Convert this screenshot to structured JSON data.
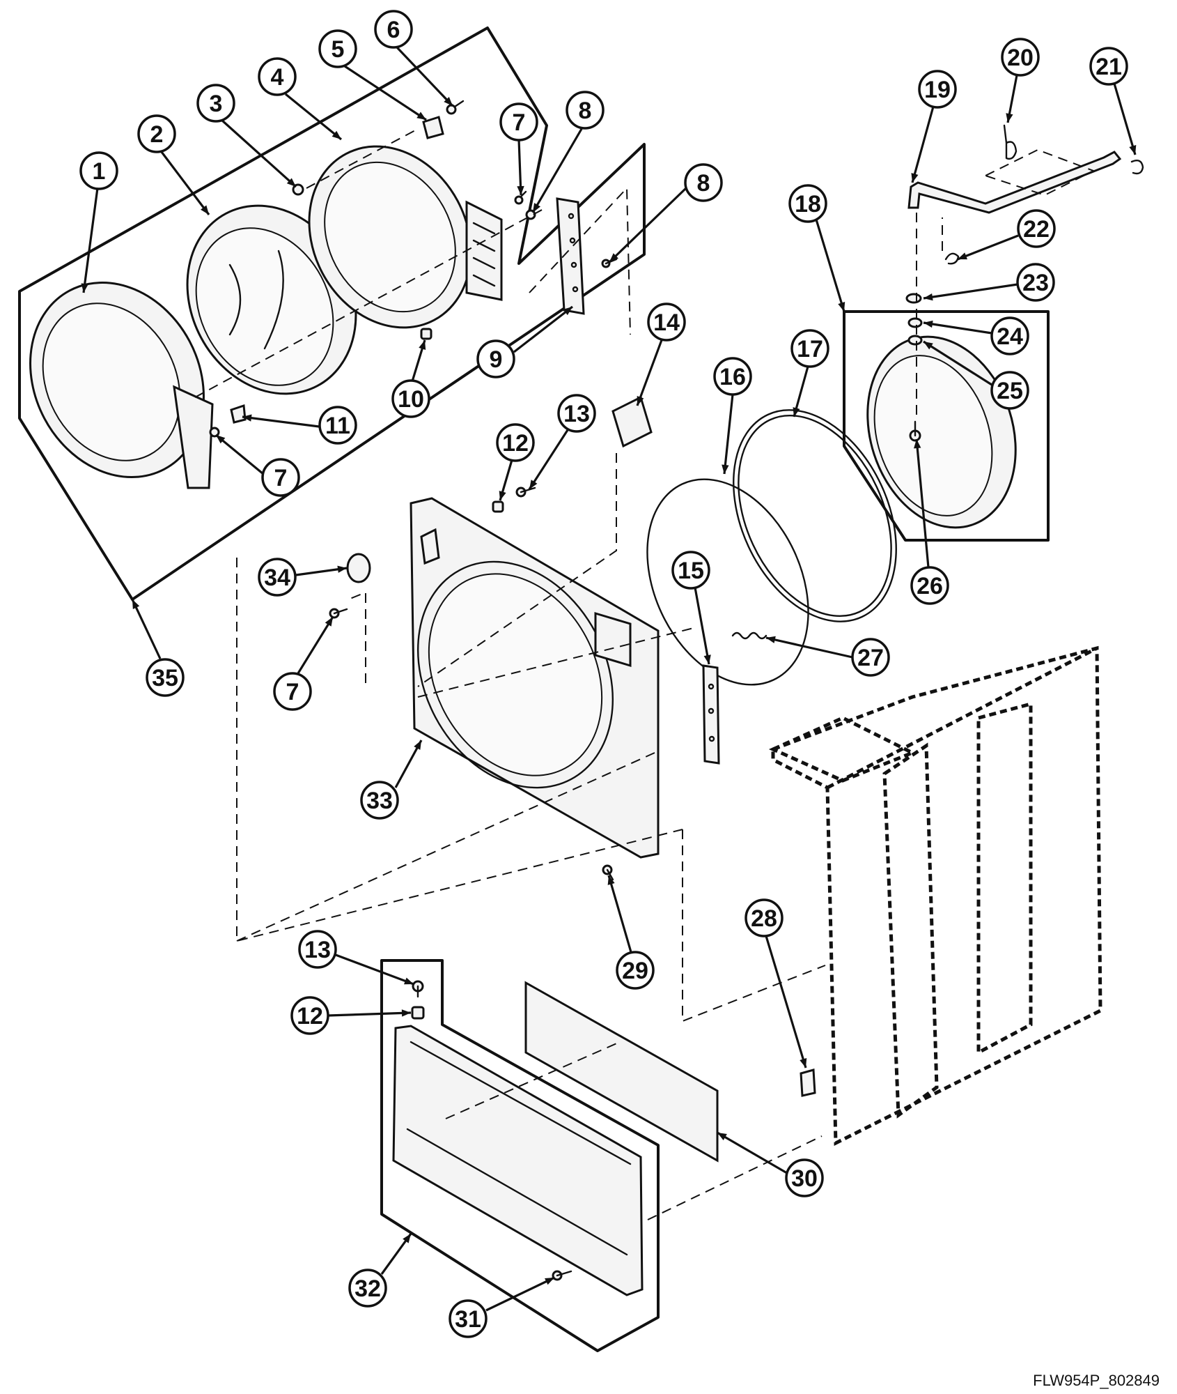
{
  "diagram": {
    "drawing_code": "FLW954P_802849",
    "callouts": [
      {
        "id": "c1",
        "label": "1"
      },
      {
        "id": "c2",
        "label": "2"
      },
      {
        "id": "c3",
        "label": "3"
      },
      {
        "id": "c4",
        "label": "4"
      },
      {
        "id": "c5",
        "label": "5"
      },
      {
        "id": "c6",
        "label": "6"
      },
      {
        "id": "c7a",
        "label": "7"
      },
      {
        "id": "c8a",
        "label": "8"
      },
      {
        "id": "c8b",
        "label": "8"
      },
      {
        "id": "c9",
        "label": "9"
      },
      {
        "id": "c10",
        "label": "10"
      },
      {
        "id": "c11",
        "label": "11"
      },
      {
        "id": "c7b",
        "label": "7"
      },
      {
        "id": "c35",
        "label": "35"
      },
      {
        "id": "c14",
        "label": "14"
      },
      {
        "id": "c12a",
        "label": "12"
      },
      {
        "id": "c13a",
        "label": "13"
      },
      {
        "id": "c34",
        "label": "34"
      },
      {
        "id": "c7c",
        "label": "7"
      },
      {
        "id": "c33",
        "label": "33"
      },
      {
        "id": "c16",
        "label": "16"
      },
      {
        "id": "c17",
        "label": "17"
      },
      {
        "id": "c15",
        "label": "15"
      },
      {
        "id": "c27",
        "label": "27"
      },
      {
        "id": "c18",
        "label": "18"
      },
      {
        "id": "c19",
        "label": "19"
      },
      {
        "id": "c20",
        "label": "20"
      },
      {
        "id": "c21",
        "label": "21"
      },
      {
        "id": "c22",
        "label": "22"
      },
      {
        "id": "c23",
        "label": "23"
      },
      {
        "id": "c24",
        "label": "24"
      },
      {
        "id": "c25",
        "label": "25"
      },
      {
        "id": "c26",
        "label": "26"
      },
      {
        "id": "c28",
        "label": "28"
      },
      {
        "id": "c29",
        "label": "29"
      },
      {
        "id": "c13b",
        "label": "13"
      },
      {
        "id": "c12b",
        "label": "12"
      },
      {
        "id": "c30",
        "label": "30"
      },
      {
        "id": "c32",
        "label": "32"
      },
      {
        "id": "c31",
        "label": "31"
      }
    ]
  }
}
